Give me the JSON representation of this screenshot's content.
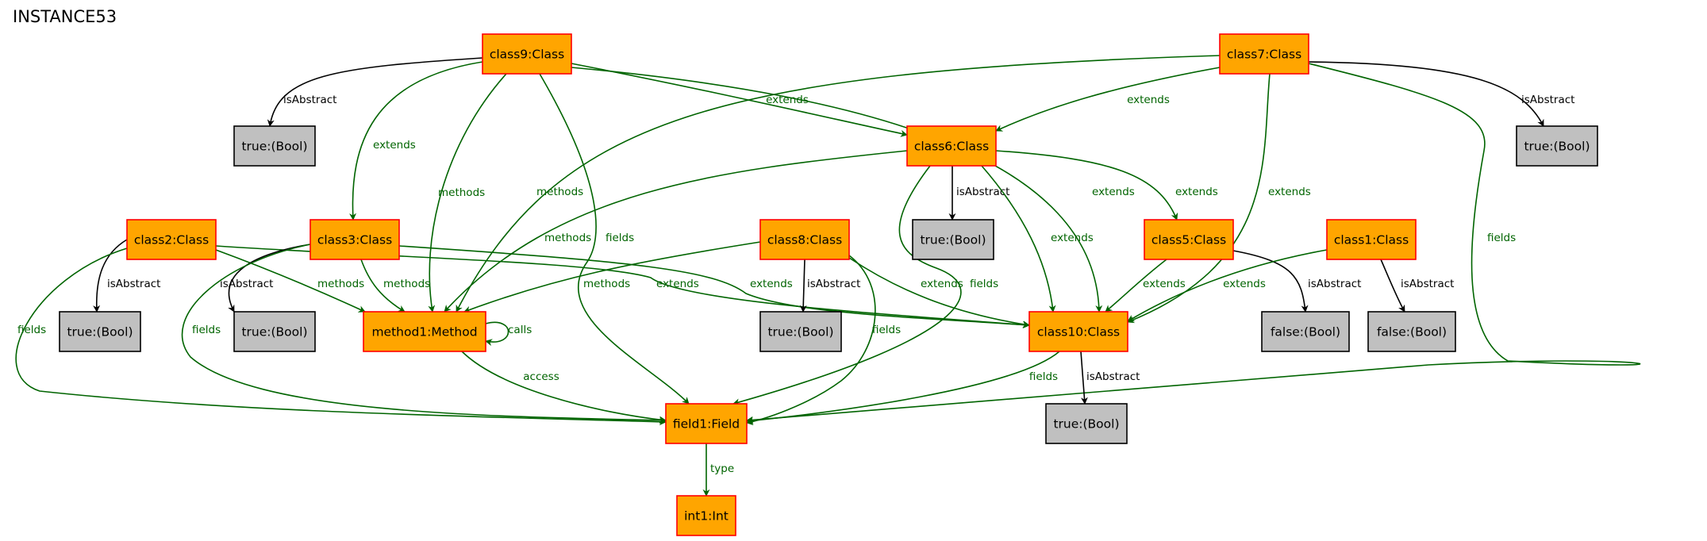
{
  "title": "INSTANCE53",
  "colors": {
    "class_fill": "#ffa500",
    "class_border": "#ff0000",
    "value_fill": "#c0c0c0",
    "value_border": "#000000",
    "green_edge": "#006400",
    "black_edge": "#000000"
  },
  "nodes": [
    {
      "id": "class9",
      "label": "class9:Class",
      "kind": "class"
    },
    {
      "id": "class7",
      "label": "class7:Class",
      "kind": "class"
    },
    {
      "id": "b_c9",
      "label": "true:(Bool)",
      "kind": "value"
    },
    {
      "id": "class6",
      "label": "class6:Class",
      "kind": "class"
    },
    {
      "id": "b_c7",
      "label": "true:(Bool)",
      "kind": "value"
    },
    {
      "id": "class2",
      "label": "class2:Class",
      "kind": "class"
    },
    {
      "id": "class3",
      "label": "class3:Class",
      "kind": "class"
    },
    {
      "id": "class8",
      "label": "class8:Class",
      "kind": "class"
    },
    {
      "id": "b_c6",
      "label": "true:(Bool)",
      "kind": "value"
    },
    {
      "id": "class5",
      "label": "class5:Class",
      "kind": "class"
    },
    {
      "id": "class1",
      "label": "class1:Class",
      "kind": "class"
    },
    {
      "id": "b_c2",
      "label": "true:(Bool)",
      "kind": "value"
    },
    {
      "id": "b_c3",
      "label": "true:(Bool)",
      "kind": "value"
    },
    {
      "id": "method1",
      "label": "method1:Method",
      "kind": "class"
    },
    {
      "id": "b_c8",
      "label": "true:(Bool)",
      "kind": "value"
    },
    {
      "id": "class10",
      "label": "class10:Class",
      "kind": "class"
    },
    {
      "id": "b_c5",
      "label": "false:(Bool)",
      "kind": "value"
    },
    {
      "id": "b_c1",
      "label": "false:(Bool)",
      "kind": "value"
    },
    {
      "id": "field1",
      "label": "field1:Field",
      "kind": "class"
    },
    {
      "id": "b_c10",
      "label": "true:(Bool)",
      "kind": "value"
    },
    {
      "id": "int1",
      "label": "int1:Int",
      "kind": "class"
    }
  ],
  "edges": [
    {
      "id": "e_c9_isabs",
      "from": "class9",
      "to": "b_c9",
      "label": "isAbstract",
      "color": "black"
    },
    {
      "id": "e_c9_ext_c3",
      "from": "class9",
      "to": "class3",
      "label": "extends",
      "color": "green"
    },
    {
      "id": "e_c9_methods",
      "from": "class9",
      "to": "method1",
      "label": "methods",
      "color": "green"
    },
    {
      "id": "e_c9_fields",
      "from": "class9",
      "to": "field1",
      "label": "fields",
      "color": "green"
    },
    {
      "id": "e_c9_ext_c6",
      "from": "class9",
      "to": "class6",
      "label": "extends",
      "color": "green"
    },
    {
      "id": "e_c9_ext_c10",
      "from": "class9",
      "to": "class10",
      "label": "extends",
      "color": "green"
    },
    {
      "id": "e_c7_methods",
      "from": "class7",
      "to": "method1",
      "label": "methods",
      "color": "green"
    },
    {
      "id": "e_c7_ext_c6",
      "from": "class7",
      "to": "class6",
      "label": "extends",
      "color": "green"
    },
    {
      "id": "e_c7_ext_c10",
      "from": "class7",
      "to": "class10",
      "label": "extends",
      "color": "green"
    },
    {
      "id": "e_c7_isabs",
      "from": "class7",
      "to": "b_c7",
      "label": "isAbstract",
      "color": "black"
    },
    {
      "id": "e_c7_fields",
      "from": "class7",
      "to": "field1",
      "label": "fields",
      "color": "green"
    },
    {
      "id": "e_c6_methods",
      "from": "class6",
      "to": "method1",
      "label": "methods",
      "color": "green"
    },
    {
      "id": "e_c6_fields",
      "from": "class6",
      "to": "field1",
      "label": "fields",
      "color": "green"
    },
    {
      "id": "e_c6_isabs",
      "from": "class6",
      "to": "b_c6",
      "label": "isAbstract",
      "color": "black"
    },
    {
      "id": "e_c6_ext_c10",
      "from": "class6",
      "to": "class10",
      "label": "extends",
      "color": "green"
    },
    {
      "id": "e_c6_ext_c5",
      "from": "class6",
      "to": "class5",
      "label": "extends",
      "color": "green"
    },
    {
      "id": "e_c2_isabs",
      "from": "class2",
      "to": "b_c2",
      "label": "isAbstract",
      "color": "black"
    },
    {
      "id": "e_c2_fields",
      "from": "class2",
      "to": "field1",
      "label": "fields",
      "color": "green"
    },
    {
      "id": "e_c2_methods",
      "from": "class2",
      "to": "method1",
      "label": "methods",
      "color": "green"
    },
    {
      "id": "e_c2_ext_c10",
      "from": "class2",
      "to": "class10",
      "label": "extends",
      "color": "green"
    },
    {
      "id": "e_c3_isabs",
      "from": "class3",
      "to": "b_c3",
      "label": "isAbstract",
      "color": "black"
    },
    {
      "id": "e_c3_fields",
      "from": "class3",
      "to": "field1",
      "label": "fields",
      "color": "green"
    },
    {
      "id": "e_c3_methods",
      "from": "class3",
      "to": "method1",
      "label": "methods",
      "color": "green"
    },
    {
      "id": "e_c3_ext_c10",
      "from": "class3",
      "to": "class10",
      "label": "extends",
      "color": "green"
    },
    {
      "id": "e_c8_methods",
      "from": "class8",
      "to": "method1",
      "label": "methods",
      "color": "green"
    },
    {
      "id": "e_c8_isabs",
      "from": "class8",
      "to": "b_c8",
      "label": "isAbstract",
      "color": "black"
    },
    {
      "id": "e_c8_fields",
      "from": "class8",
      "to": "field1",
      "label": "fields",
      "color": "green"
    },
    {
      "id": "e_c8_ext_c10",
      "from": "class8",
      "to": "class10",
      "label": "extends",
      "color": "green"
    },
    {
      "id": "e_c5_ext_c10",
      "from": "class5",
      "to": "class10",
      "label": "extends",
      "color": "green"
    },
    {
      "id": "e_c5_isabs",
      "from": "class5",
      "to": "b_c5",
      "label": "isAbstract",
      "color": "black"
    },
    {
      "id": "e_c1_ext_c10",
      "from": "class1",
      "to": "class10",
      "label": "extends",
      "color": "green"
    },
    {
      "id": "e_c1_isabs",
      "from": "class1",
      "to": "b_c1",
      "label": "isAbstract",
      "color": "black"
    },
    {
      "id": "e_m1_calls",
      "from": "method1",
      "to": "method1",
      "label": "calls",
      "color": "green"
    },
    {
      "id": "e_m1_access",
      "from": "method1",
      "to": "field1",
      "label": "access",
      "color": "green"
    },
    {
      "id": "e_c10_fields",
      "from": "class10",
      "to": "field1",
      "label": "fields",
      "color": "green"
    },
    {
      "id": "e_c10_isabs",
      "from": "class10",
      "to": "b_c10",
      "label": "isAbstract",
      "color": "black"
    },
    {
      "id": "e_f1_type",
      "from": "field1",
      "to": "int1",
      "label": "type",
      "color": "green"
    }
  ]
}
